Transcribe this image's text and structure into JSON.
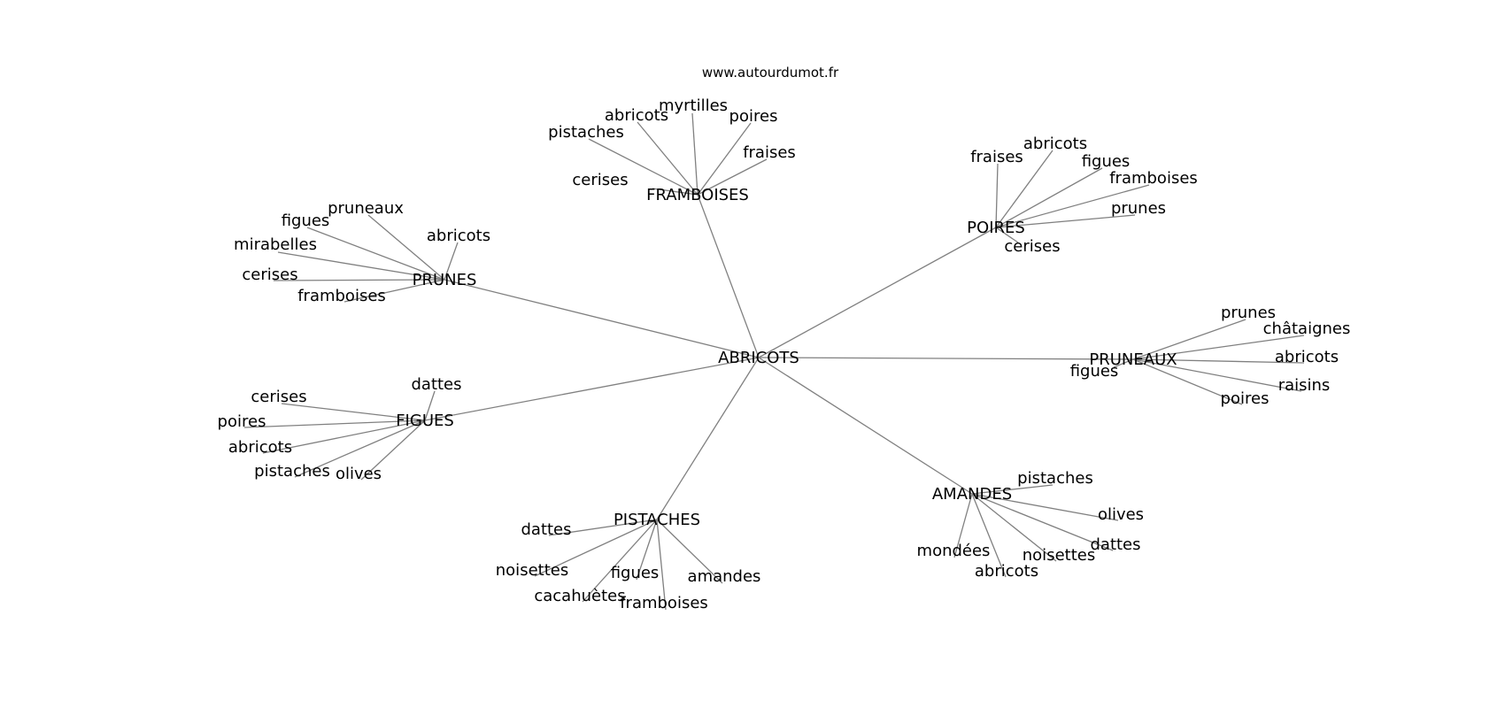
{
  "watermark": "www.autourdumot.fr",
  "colors": {
    "edge": "#808080",
    "text": "#000000",
    "background": "#ffffff"
  },
  "root": "ABRICOTS",
  "clusters": [
    {
      "hub": "FRAMBOISES",
      "leaves": [
        "cerises",
        "pistaches",
        "abricots",
        "myrtilles",
        "poires",
        "fraises"
      ]
    },
    {
      "hub": "POIRES",
      "leaves": [
        "fraises",
        "abricots",
        "figues",
        "framboises",
        "prunes",
        "cerises"
      ]
    },
    {
      "hub": "PRUNES",
      "leaves": [
        "pruneaux",
        "figues",
        "mirabelles",
        "cerises",
        "framboises",
        "abricots"
      ]
    },
    {
      "hub": "PRUNEAUX",
      "leaves": [
        "prunes",
        "châtaignes",
        "abricots",
        "raisins",
        "poires",
        "figues"
      ]
    },
    {
      "hub": "FIGUES",
      "leaves": [
        "dattes",
        "cerises",
        "poires",
        "abricots",
        "pistaches",
        "olives"
      ]
    },
    {
      "hub": "AMANDES",
      "leaves": [
        "pistaches",
        "olives",
        "dattes",
        "noisettes",
        "abricots",
        "mondées"
      ]
    },
    {
      "hub": "PISTACHES",
      "leaves": [
        "dattes",
        "noisettes",
        "cacahuètes",
        "figues",
        "framboises",
        "amandes"
      ]
    }
  ]
}
